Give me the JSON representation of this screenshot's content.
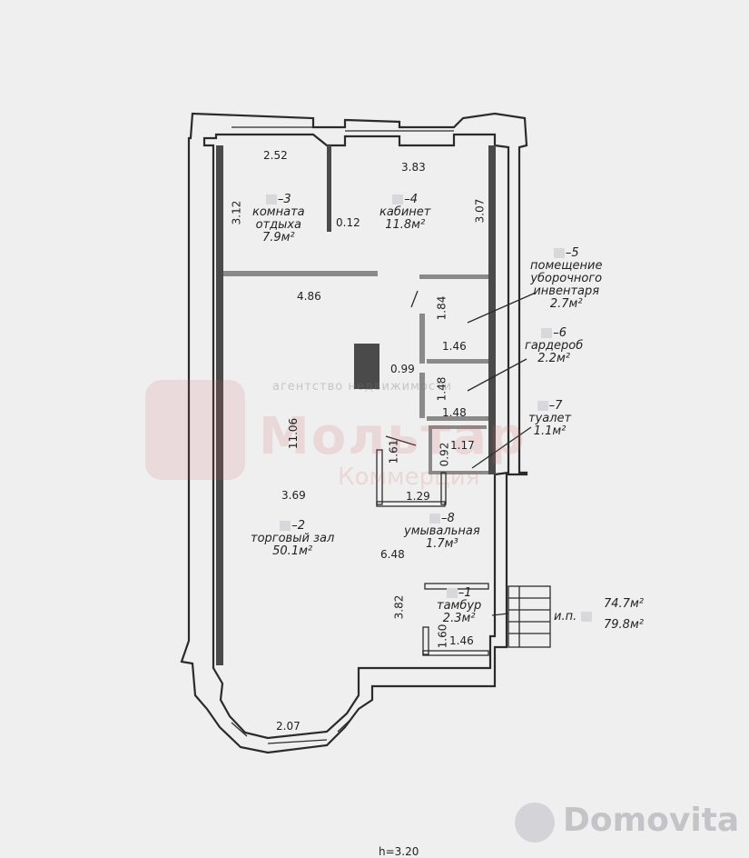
{
  "watermark": {
    "top_text": "агентство недвижимости",
    "brand": "Мольтар",
    "sub": "Коммерция"
  },
  "footer_brand": "Domovita",
  "height_note": "h=3.20",
  "rooms": [
    {
      "id": "3",
      "prefix": "–3",
      "name1": "комната",
      "name2": "отдыха",
      "area": "7.9м²"
    },
    {
      "id": "4",
      "prefix": "–4",
      "name1": "кабинет",
      "name2": "",
      "area": "11.8м²"
    },
    {
      "id": "5",
      "prefix": "–5",
      "name1": "помещение",
      "name2": "уборочного",
      "name3": "инвентаря",
      "area": "2.7м²"
    },
    {
      "id": "6",
      "prefix": "–6",
      "name1": "гардероб",
      "name2": "",
      "area": "2.2м²"
    },
    {
      "id": "7",
      "prefix": "–7",
      "name1": "туалет",
      "name2": "",
      "area": "1.1м²"
    },
    {
      "id": "2",
      "prefix": "–2",
      "name1": "торговый зал",
      "name2": "",
      "area": "50.1м²"
    },
    {
      "id": "8",
      "prefix": "–8",
      "name1": "умывальная",
      "name2": "",
      "area": "1.7м³"
    },
    {
      "id": "1",
      "prefix": "–1",
      "name1": "тамбур",
      "name2": "",
      "area": "2.3м²"
    }
  ],
  "totals": {
    "label": "и.п.",
    "value1": "74.7м²",
    "value2": "79.8м²"
  },
  "dims": {
    "d252": "2.52",
    "d383": "3.83",
    "d312": "3.12",
    "d012": "0.12",
    "d307": "3.07",
    "d486": "4.86",
    "d184": "1.84",
    "d146a": "1.46",
    "d099": "0.99",
    "d148v": "1.48",
    "d148h": "1.48",
    "d1106": "11.06",
    "d161": "1.61",
    "d092": "0.92",
    "d117": "1.17",
    "d369": "3.69",
    "d129": "1.29",
    "d648": "6.48",
    "d382": "3.82",
    "d160": "1.60",
    "d146b": "1.46",
    "d207": "2.07"
  }
}
